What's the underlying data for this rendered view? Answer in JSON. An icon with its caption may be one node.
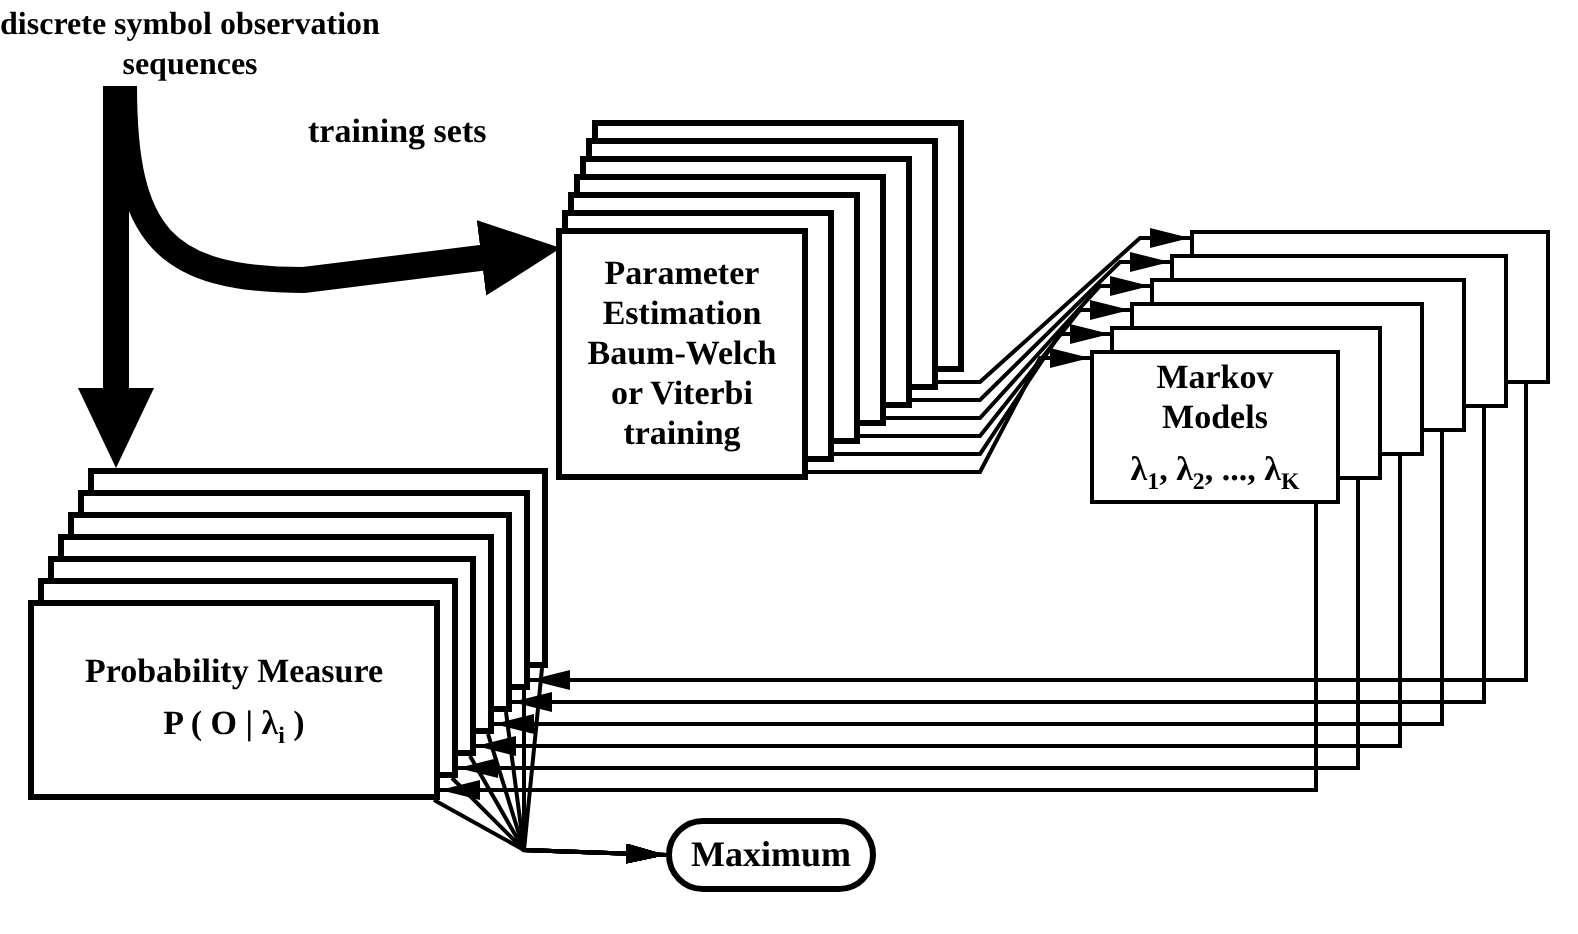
{
  "diagram": {
    "nodes": [
      {
        "text": [
          "discrete symbol observation sequences"
        ]
      },
      {
        "text": [],
        "shape": "box"
      },
      {
        "text": [],
        "shape": "box"
      },
      {
        "text": [],
        "shape": "box"
      },
      {
        "text": [],
        "shape": "box"
      },
      {
        "text": [],
        "shape": "box"
      },
      {
        "text": [],
        "shape": "box"
      },
      {
        "text": [
          "Parameter Estimation Baum-Welch or Viterbi training"
        ]
      },
      {
        "text": [],
        "shape": "box"
      },
      {
        "text": [],
        "shape": "box"
      },
      {
        "text": [],
        "shape": "box"
      },
      {
        "text": [],
        "shape": "box"
      },
      {
        "text": [],
        "shape": "box"
      },
      {
        "text": [
          "Markov Models",
          "λ$_{1}$, λ$_{2}$, ..., λ$_{K}$"
        ]
      },
      {
        "text": [],
        "shape": "box"
      },
      {
        "text": [],
        "shape": "box"
      },
      {
        "text": [],
        "shape": "box"
      },
      {
        "text": [],
        "shape": "box"
      },
      {
        "text": [],
        "shape": "box"
      },
      {
        "text": [],
        "shape": "box"
      },
      {
        "text": [
          "Probability Measure",
          "P ( O | λ$_{i}$ )"
        ]
      },
      {
        "text": [
          "Maximum"
        ]
      }
    ],
    "edges": [
      {
        "from": 0,
        "to": 7,
        "arrow": "to",
        "label": "training sets",
        "style": "thick"
      },
      {
        "from": 0,
        "to": 14,
        "arrow": "to",
        "style": "thick"
      },
      {
        "from": 7,
        "to": 13,
        "arrow": "to"
      },
      {
        "from": 6,
        "to": 12,
        "arrow": "to"
      },
      {
        "from": 5,
        "to": 11,
        "arrow": "to"
      },
      {
        "from": 4,
        "to": 10,
        "arrow": "to"
      },
      {
        "from": 3,
        "to": 9,
        "arrow": "to"
      },
      {
        "from": 2,
        "to": 8,
        "arrow": "to"
      },
      {
        "from": 13,
        "to": 20,
        "arrow": "to"
      },
      {
        "from": 12,
        "to": 19,
        "arrow": "to"
      },
      {
        "from": 11,
        "to": 18,
        "arrow": "to"
      },
      {
        "from": 10,
        "to": 17,
        "arrow": "to"
      },
      {
        "from": 9,
        "to": 16,
        "arrow": "to"
      },
      {
        "from": 8,
        "to": 15,
        "arrow": "to"
      },
      {
        "from": 20,
        "to": 21,
        "arrow": "to"
      },
      {
        "from": 19,
        "to": 21,
        "arrow": "to"
      },
      {
        "from": 18,
        "to": 21,
        "arrow": "to"
      },
      {
        "from": 17,
        "to": 21,
        "arrow": "to"
      },
      {
        "from": 16,
        "to": 21,
        "arrow": "to"
      },
      {
        "from": 15,
        "to": 21,
        "arrow": "to"
      },
      {
        "from": 14,
        "to": 21,
        "arrow": "to"
      }
    ]
  }
}
